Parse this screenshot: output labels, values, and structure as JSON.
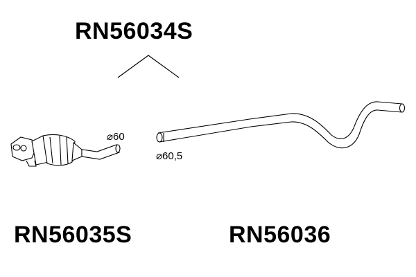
{
  "labels": {
    "top": "RN56034S",
    "left": "RN56035S",
    "right": "RN56036"
  },
  "dimensions": {
    "front_pipe": "60",
    "rear_pipe": "60,5",
    "diameter_symbol": "⌀"
  },
  "colors": {
    "line": "#000000",
    "background": "#ffffff"
  }
}
